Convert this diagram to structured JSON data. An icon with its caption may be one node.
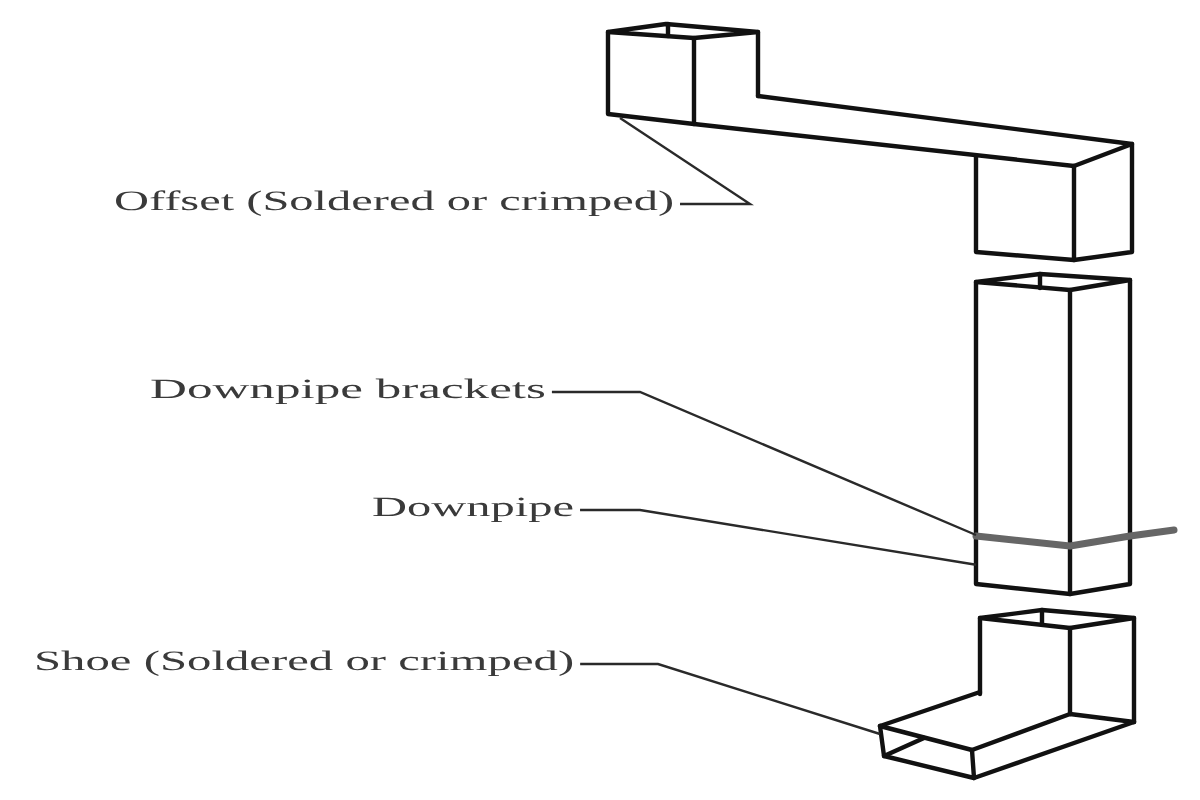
{
  "diagram": {
    "nodes": [
      {
        "text": [],
        "shape": "picture"
      },
      {
        "text": [
          "Offset (Soldered or crimped)"
        ]
      },
      {
        "text": [],
        "shape": "picture"
      },
      {
        "text": [
          "Downpipe brackets"
        ]
      },
      {
        "text": [],
        "shape": "picture"
      },
      {
        "text": [
          "Downpipe"
        ]
      },
      {
        "text": [],
        "shape": "picture"
      },
      {
        "text": [
          "Shoe (Soldered or crimped)"
        ]
      }
    ],
    "edges": [
      {
        "from": 1,
        "to": 0,
        "arrow": "none"
      },
      {
        "from": 3,
        "to": 4,
        "arrow": "none"
      },
      {
        "from": 5,
        "to": 2,
        "arrow": "none"
      },
      {
        "from": 7,
        "to": 6,
        "arrow": "none"
      }
    ]
  }
}
